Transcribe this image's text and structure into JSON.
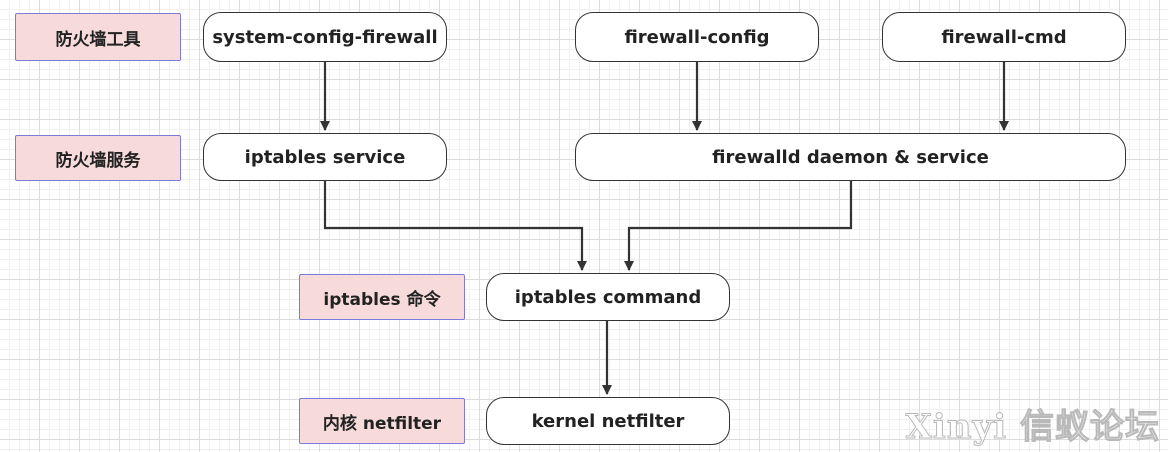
{
  "layers": {
    "tools": "防火墙工具",
    "services": "防火墙服务",
    "command": "iptables 命令",
    "kernel": "内核 netfilter"
  },
  "nodes": {
    "system_config_firewall": "system-config-firewall",
    "firewall_config": "firewall-config",
    "firewall_cmd": "firewall-cmd",
    "iptables_service": "iptables service",
    "firewalld_daemon": "firewalld daemon & service",
    "iptables_command": "iptables command",
    "kernel_netfilter": "kernel netfilter"
  },
  "watermark": "Xinyi 信蚁论坛",
  "colors": {
    "layer_fill": "#f7dbdb",
    "layer_border": "#7b7bd9",
    "node_border": "#333333",
    "arrow": "#333333"
  }
}
